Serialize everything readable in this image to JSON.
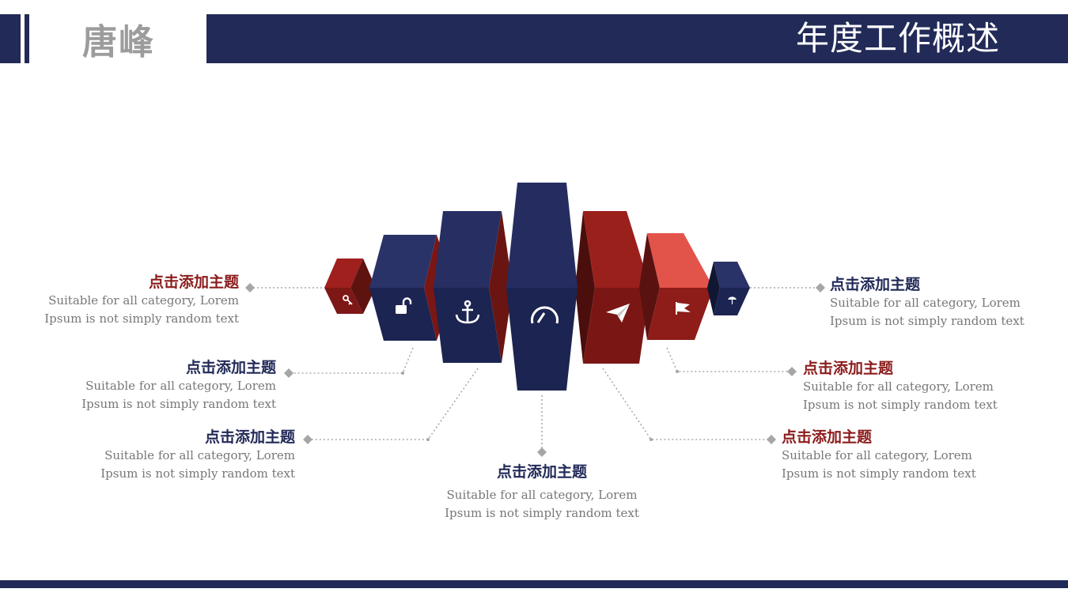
{
  "header": {
    "brand": "唐峰",
    "title": "年度工作概述"
  },
  "items": [
    {
      "title": "点击添加主题",
      "body_line1": "Suitable  for all  category, Lorem",
      "body_line2": "Ipsum is not simply random text",
      "color": "#8c1c1c",
      "icon": "key-icon"
    },
    {
      "title": "点击添加主题",
      "body_line1": "Suitable  for all  category, Lorem",
      "body_line2": "Ipsum is not simply random text",
      "color": "#222a58",
      "icon": "unlock-icon"
    },
    {
      "title": "点击添加主题",
      "body_line1": "Suitable  for all  category, Lorem",
      "body_line2": "Ipsum is not simply random text",
      "color": "#222a58",
      "icon": "anchor-icon"
    },
    {
      "title": "点击添加主题",
      "body_line1": "Suitable  for all  category, Lorem",
      "body_line2": "Ipsum is not simply random text",
      "color": "#222a58",
      "icon": "speedometer-icon"
    },
    {
      "title": "点击添加主题",
      "body_line1": "Suitable  for all  category, Lorem",
      "body_line2": "Ipsum is not simply random text",
      "color": "#8c1c1c",
      "icon": "paper-plane-icon"
    },
    {
      "title": "点击添加主题",
      "body_line1": "Suitable  for all  category, Lorem",
      "body_line2": "Ipsum is not simply random text",
      "color": "#8c1c1c",
      "icon": "flag-icon"
    },
    {
      "title": "点击添加主题",
      "body_line1": "Suitable  for all  category, Lorem",
      "body_line2": "Ipsum is not simply random text",
      "color": "#222a58",
      "icon": "umbrella-icon"
    }
  ],
  "colors": {
    "navy": "#222a58",
    "dark_red": "#8c1c1c",
    "bright_red": "#e2534a",
    "connector": "#aaaaaa"
  }
}
